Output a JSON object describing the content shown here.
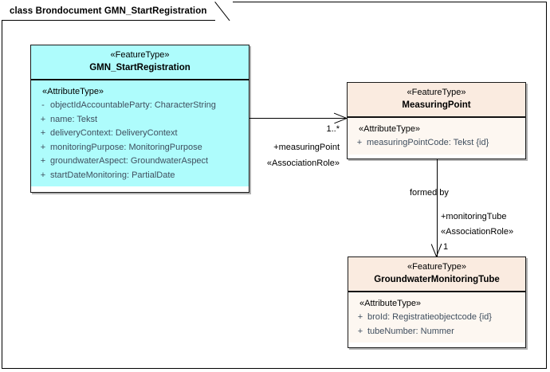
{
  "diagram": {
    "frame_title": "class Brondocument GMN_StartRegistration",
    "colors": {
      "feature_fill_cyan": "#aefcfc",
      "feature_fill_peach_header": "#faebe0",
      "feature_fill_peach_body": "#fdf7f1",
      "border": "#1a1a1a",
      "attribute_text": "#3f4e5e",
      "background": "#ffffff"
    }
  },
  "classes": [
    {
      "id": "gmn-startregistration",
      "stereotype": "«FeatureType»",
      "name": "GMN_StartRegistration",
      "attributes_stereotype": "«AttributeType»",
      "attributes": [
        {
          "visibility": "-",
          "text": "objectIdAccountableParty: CharacterString"
        },
        {
          "visibility": "+",
          "text": "name: Tekst"
        },
        {
          "visibility": "+",
          "text": "deliveryContext: DeliveryContext"
        },
        {
          "visibility": "+",
          "text": "monitoringPurpose: MonitoringPurpose"
        },
        {
          "visibility": "+",
          "text": "groundwaterAspect: GroundwaterAspect"
        },
        {
          "visibility": "+",
          "text": "startDateMonitoring: PartialDate"
        }
      ]
    },
    {
      "id": "measuring-point",
      "stereotype": "«FeatureType»",
      "name": "MeasuringPoint",
      "attributes_stereotype": "«AttributeType»",
      "attributes": [
        {
          "visibility": "+",
          "text": "measuringPointCode: Tekst {id}"
        }
      ]
    },
    {
      "id": "groundwater-monitoring-tube",
      "stereotype": "«FeatureType»",
      "name": "GroundwaterMonitoringTube",
      "attributes_stereotype": "«AttributeType»",
      "attributes": [
        {
          "visibility": "+",
          "text": "broId: Registratieobjectcode {id}"
        },
        {
          "visibility": "+",
          "text": "tubeNumber: Nummer"
        }
      ]
    }
  ],
  "associations": [
    {
      "id": "gmn-to-measuringpoint",
      "source": "GMN_StartRegistration",
      "target": "MeasuringPoint",
      "multiplicity": "1..*",
      "role": "+measuringPoint",
      "stereotype": "«AssociationRole»",
      "name": ""
    },
    {
      "id": "measuringpoint-to-tube",
      "source": "MeasuringPoint",
      "target": "GroundwaterMonitoringTube",
      "multiplicity": "1",
      "role": "+monitoringTube",
      "stereotype": "«AssociationRole»",
      "name": "formed by"
    }
  ]
}
